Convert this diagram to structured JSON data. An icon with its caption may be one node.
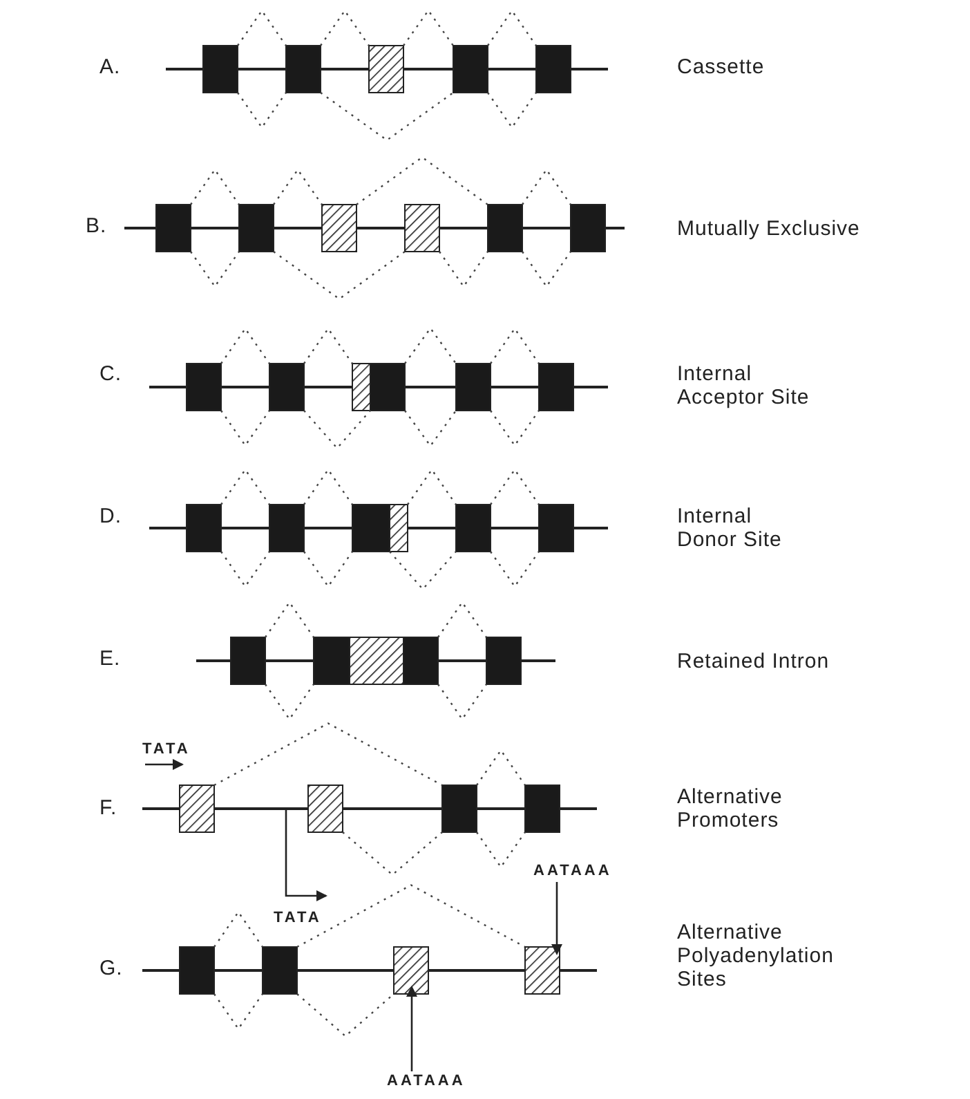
{
  "diagram": {
    "nodes": [
      {
        "text": [
          "AATAAA"
        ]
      },
      {
        "text": [],
        "shape": "box"
      },
      {
        "text": [],
        "shape": "box"
      },
      {
        "text": [
          "AATAAA"
        ]
      }
    ],
    "edges": [
      {
        "from": 0,
        "to": 2,
        "arrow": "to"
      },
      {
        "from": 3,
        "to": 1,
        "arrow": "to"
      }
    ],
    "labels": [
      "A.",
      "Cassette",
      "B.",
      "Mutually Exclusive",
      "C.",
      "Internal Acceptor Site",
      "D.",
      "Internal Donor Site",
      "E.",
      "Retained Intron",
      "TATA",
      "F.",
      "Alternative Promoters",
      "TATA",
      "G.",
      "Alternative Polyadenylation Sites"
    ]
  }
}
